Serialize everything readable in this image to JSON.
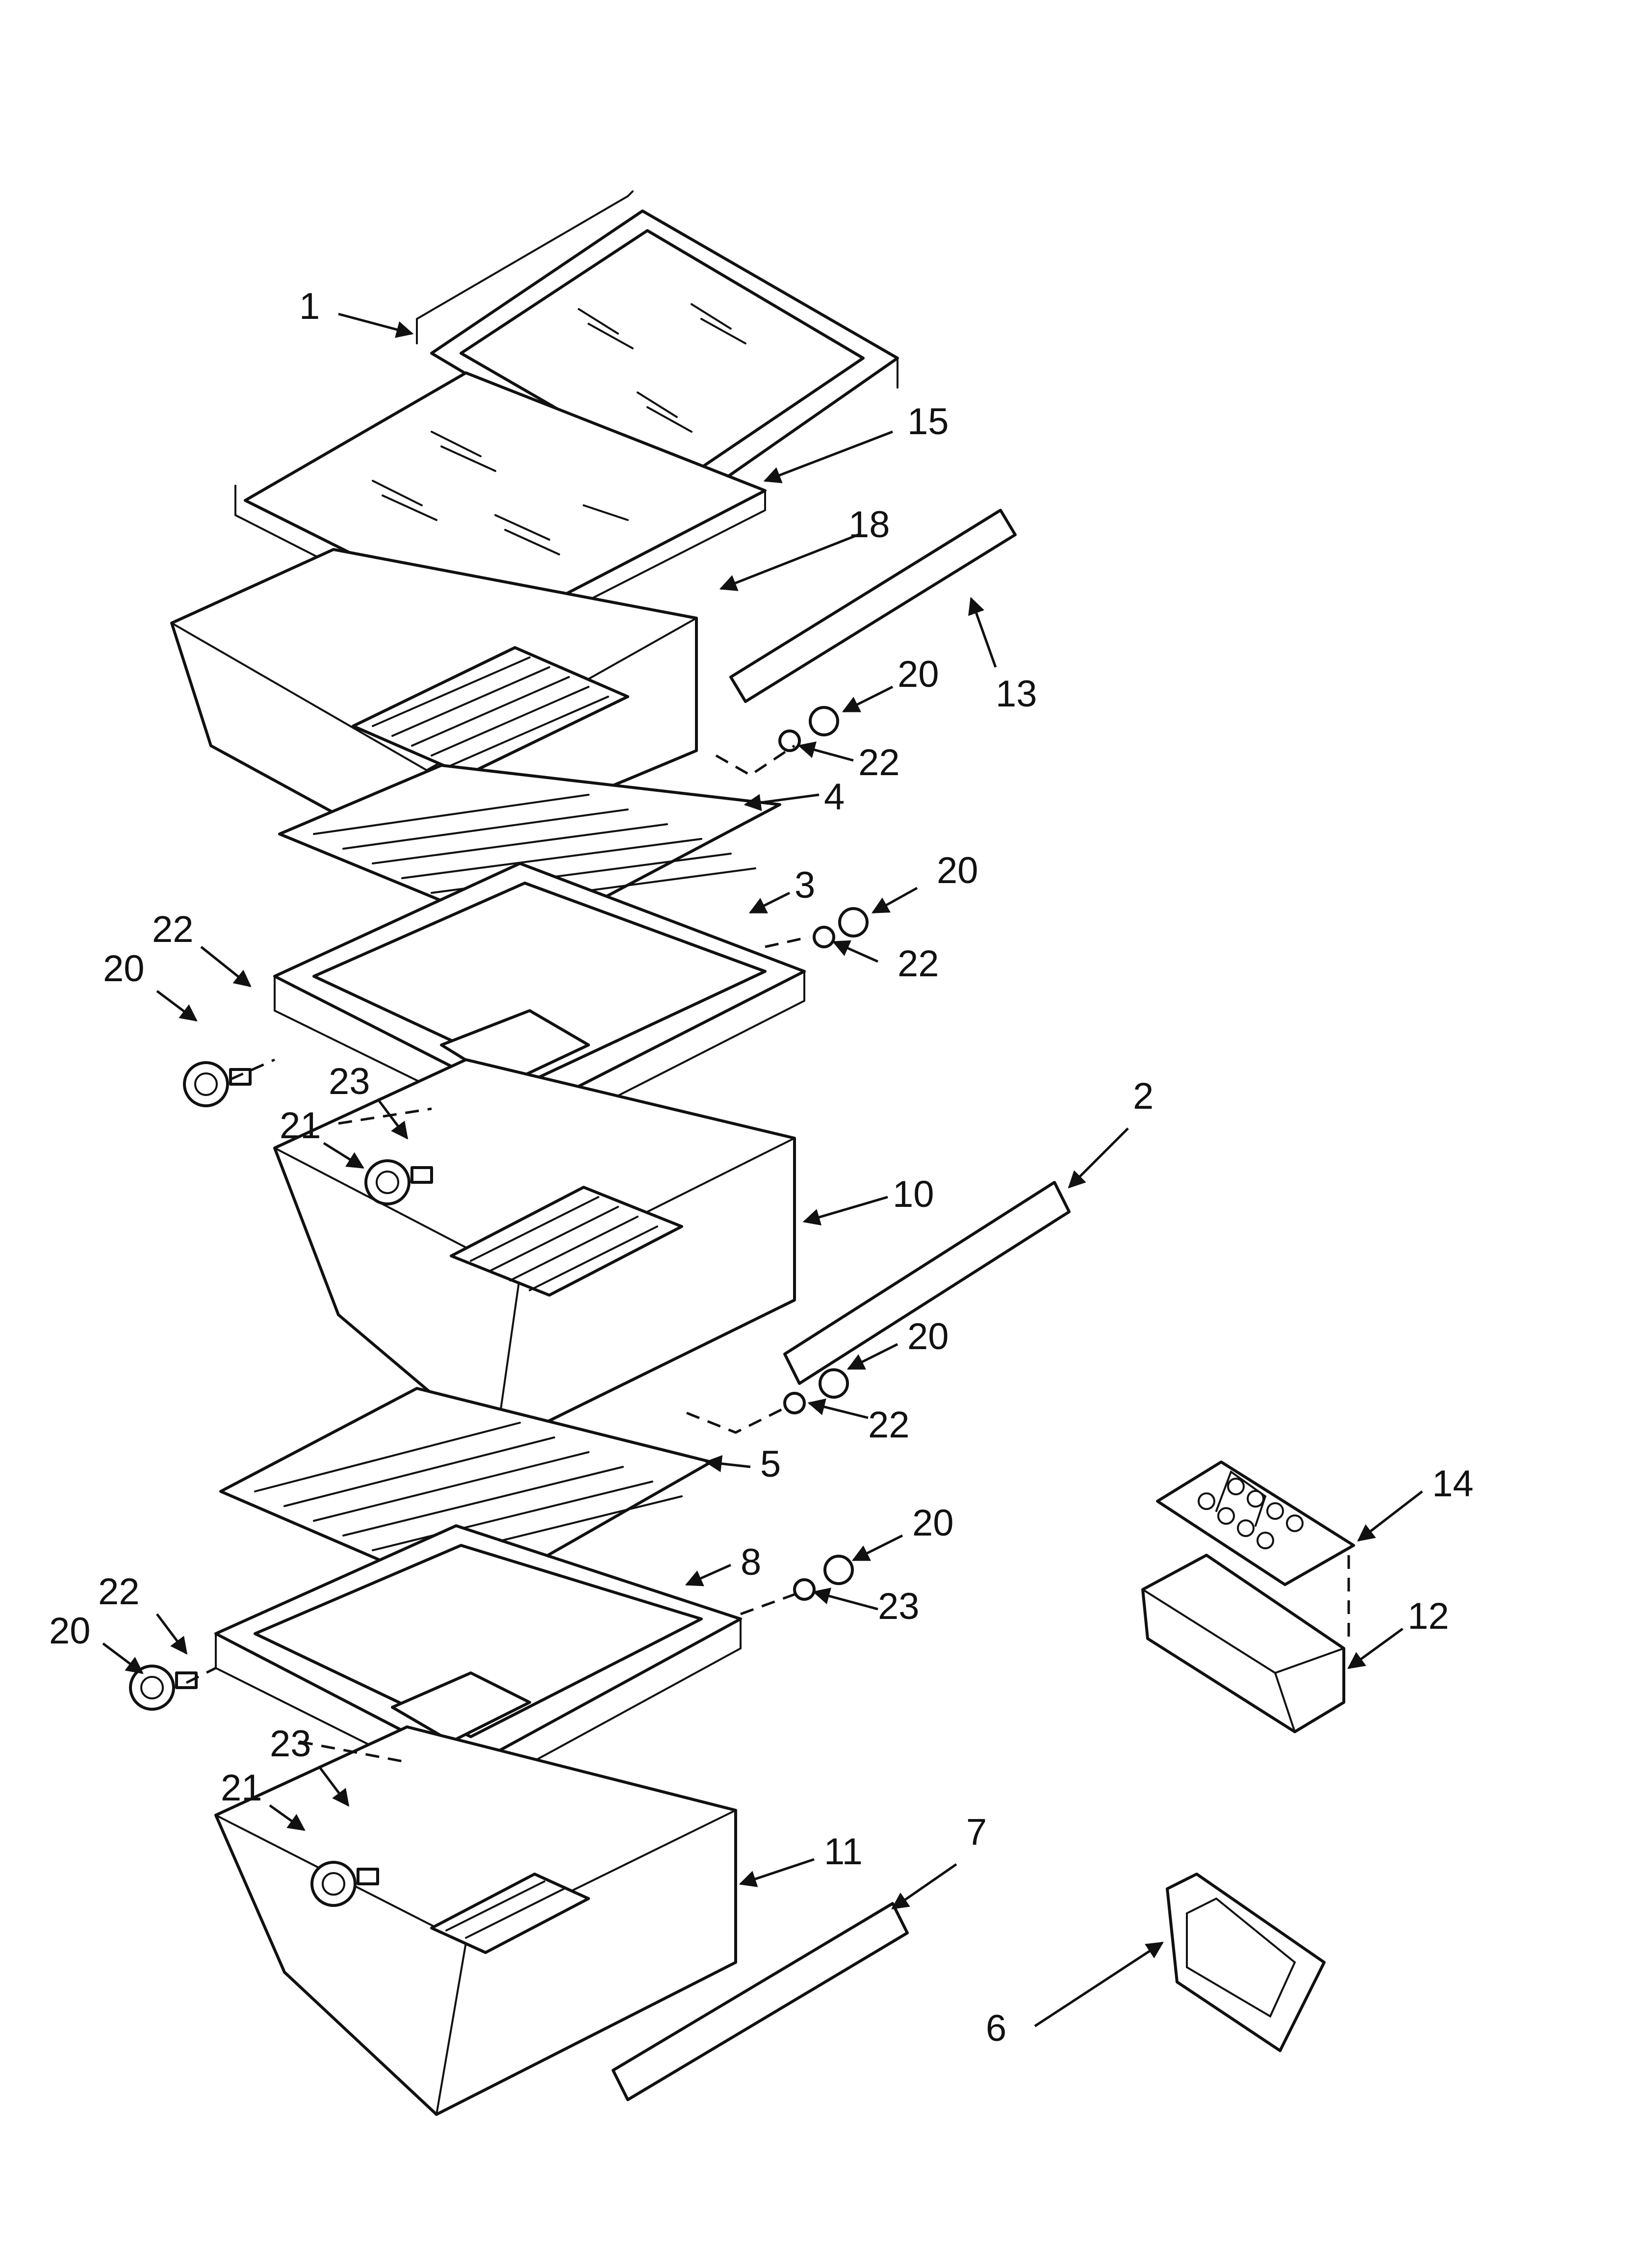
{
  "diagram": {
    "callouts": [
      {
        "id": "c1",
        "text": "1"
      },
      {
        "id": "c15",
        "text": "15"
      },
      {
        "id": "c18",
        "text": "18"
      },
      {
        "id": "c13",
        "text": "13"
      },
      {
        "id": "c20a",
        "text": "20"
      },
      {
        "id": "c22a",
        "text": "22"
      },
      {
        "id": "c4",
        "text": "4"
      },
      {
        "id": "c20b",
        "text": "20"
      },
      {
        "id": "c3",
        "text": "3"
      },
      {
        "id": "c22b",
        "text": "22"
      },
      {
        "id": "c22c",
        "text": "22"
      },
      {
        "id": "c20c",
        "text": "20"
      },
      {
        "id": "c23a",
        "text": "23"
      },
      {
        "id": "c21a",
        "text": "21"
      },
      {
        "id": "c2",
        "text": "2"
      },
      {
        "id": "c10",
        "text": "10"
      },
      {
        "id": "c20d",
        "text": "20"
      },
      {
        "id": "c22d",
        "text": "22"
      },
      {
        "id": "c5",
        "text": "5"
      },
      {
        "id": "c14",
        "text": "14"
      },
      {
        "id": "c20e",
        "text": "20"
      },
      {
        "id": "c8",
        "text": "8"
      },
      {
        "id": "c23b",
        "text": "23"
      },
      {
        "id": "c12",
        "text": "12"
      },
      {
        "id": "c22e",
        "text": "22"
      },
      {
        "id": "c20f",
        "text": "20"
      },
      {
        "id": "c23c",
        "text": "23"
      },
      {
        "id": "c21b",
        "text": "21"
      },
      {
        "id": "c7",
        "text": "7"
      },
      {
        "id": "c11",
        "text": "11"
      },
      {
        "id": "c6",
        "text": "6"
      }
    ]
  }
}
